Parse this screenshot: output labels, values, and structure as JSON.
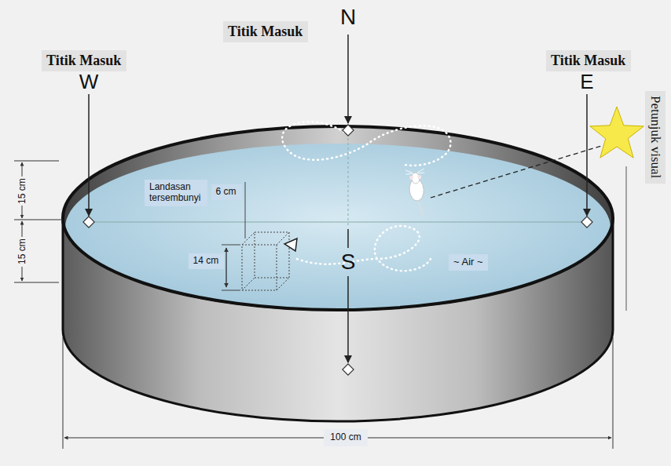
{
  "diagram": {
    "nodes": [
      {
        "text": [
          "Titik Masuk"
        ]
      },
      {
        "text": [
          "Titik Masuk"
        ]
      },
      {
        "text": [
          "Titik Masuk"
        ]
      },
      {
        "text": [
          "Petunjuk visual"
        ]
      },
      {
        "text": [
          "6 cm"
        ]
      },
      {
        "text": [
          "Landasan tersembunyi"
        ]
      },
      {
        "text": [
          "14 cm"
        ]
      },
      {
        "text": [
          "~ Air ~"
        ]
      }
    ],
    "labels": [
      "N",
      "W",
      "E",
      "15 cm",
      "15 cm",
      "S",
      "100 cm"
    ]
  }
}
